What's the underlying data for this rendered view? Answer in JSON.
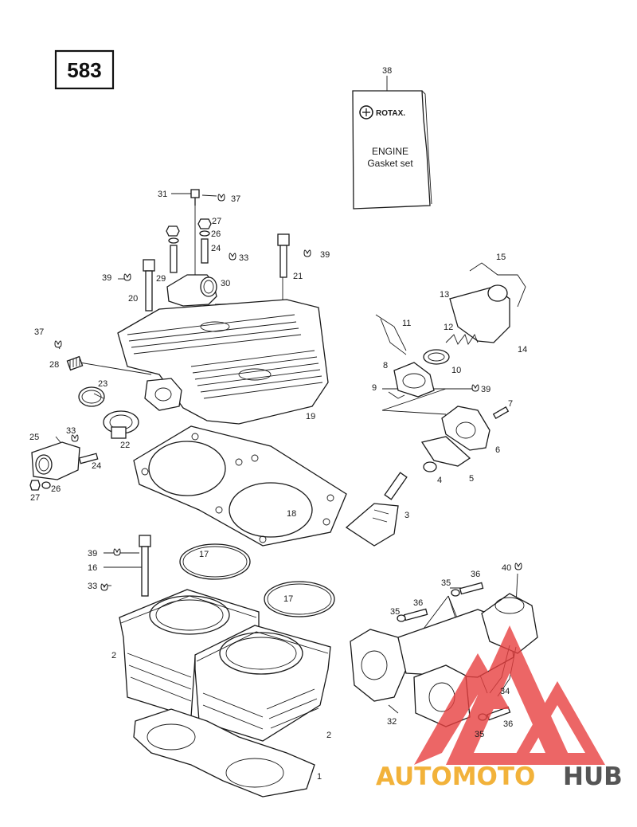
{
  "diagram_number": "583",
  "kit": {
    "ref": "38",
    "brand": "ROTAX.",
    "line1": "ENGINE",
    "line2": "Gasket set"
  },
  "watermark": {
    "part1": "AUTOMOTO",
    "part2": "HUB",
    "color1": "#f2b23a",
    "color2": "#555555",
    "triangle_color": "#e84040"
  },
  "callouts": [
    {
      "id": "c1",
      "text": "1"
    },
    {
      "id": "c2a",
      "text": "2"
    },
    {
      "id": "c2b",
      "text": "2"
    },
    {
      "id": "c3",
      "text": "3"
    },
    {
      "id": "c4",
      "text": "4"
    },
    {
      "id": "c5",
      "text": "5"
    },
    {
      "id": "c6",
      "text": "6"
    },
    {
      "id": "c7",
      "text": "7"
    },
    {
      "id": "c8",
      "text": "8"
    },
    {
      "id": "c9",
      "text": "9"
    },
    {
      "id": "c10",
      "text": "10"
    },
    {
      "id": "c11",
      "text": "11"
    },
    {
      "id": "c12",
      "text": "12"
    },
    {
      "id": "c13",
      "text": "13"
    },
    {
      "id": "c14",
      "text": "14"
    },
    {
      "id": "c15",
      "text": "15"
    },
    {
      "id": "c16",
      "text": "16"
    },
    {
      "id": "c17a",
      "text": "17"
    },
    {
      "id": "c17b",
      "text": "17"
    },
    {
      "id": "c18",
      "text": "18"
    },
    {
      "id": "c19",
      "text": "19"
    },
    {
      "id": "c20",
      "text": "20"
    },
    {
      "id": "c21",
      "text": "21"
    },
    {
      "id": "c22",
      "text": "22"
    },
    {
      "id": "c23",
      "text": "23"
    },
    {
      "id": "c24a",
      "text": "24"
    },
    {
      "id": "c24b",
      "text": "24"
    },
    {
      "id": "c25",
      "text": "25"
    },
    {
      "id": "c26a",
      "text": "26"
    },
    {
      "id": "c26b",
      "text": "26"
    },
    {
      "id": "c27a",
      "text": "27"
    },
    {
      "id": "c27b",
      "text": "27"
    },
    {
      "id": "c28",
      "text": "28"
    },
    {
      "id": "c29",
      "text": "29"
    },
    {
      "id": "c30",
      "text": "30"
    },
    {
      "id": "c31",
      "text": "31"
    },
    {
      "id": "c32",
      "text": "32"
    },
    {
      "id": "c33a",
      "text": "33"
    },
    {
      "id": "c33b",
      "text": "33"
    },
    {
      "id": "c33c",
      "text": "33"
    },
    {
      "id": "c34",
      "text": "34"
    },
    {
      "id": "c35a",
      "text": "35"
    },
    {
      "id": "c35b",
      "text": "35"
    },
    {
      "id": "c35c",
      "text": "35"
    },
    {
      "id": "c36a",
      "text": "36"
    },
    {
      "id": "c36b",
      "text": "36"
    },
    {
      "id": "c36c",
      "text": "36"
    },
    {
      "id": "c37a",
      "text": "37"
    },
    {
      "id": "c37b",
      "text": "37"
    },
    {
      "id": "c38",
      "text": "38"
    },
    {
      "id": "c39a",
      "text": "39"
    },
    {
      "id": "c39b",
      "text": "39"
    },
    {
      "id": "c39c",
      "text": "39"
    },
    {
      "id": "c39d",
      "text": "39"
    },
    {
      "id": "c40",
      "text": "40"
    }
  ]
}
